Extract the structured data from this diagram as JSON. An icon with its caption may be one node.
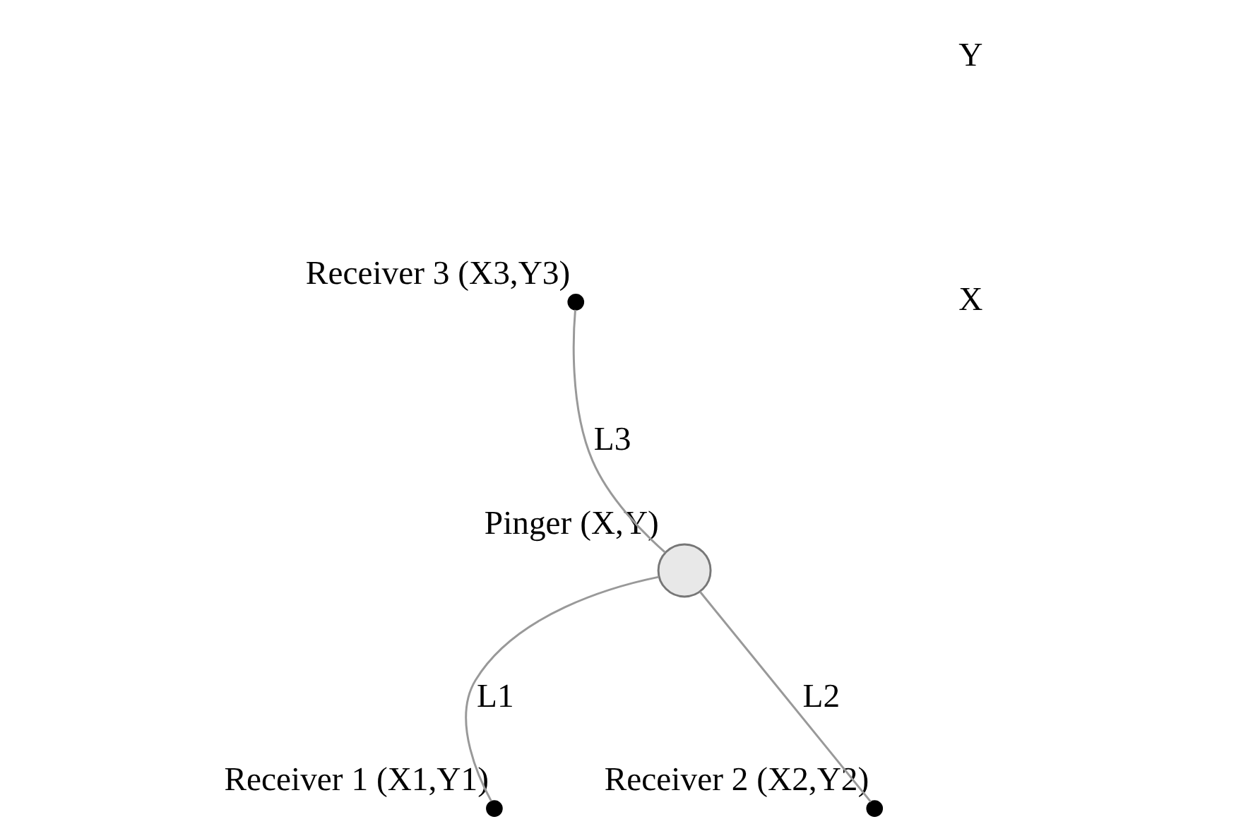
{
  "diagram": {
    "nodes": [
      {
        "text": [],
        "shape": "circle",
        "beside": [
          "Receiver 3 (X3,Y3)"
        ]
      },
      {
        "text": [],
        "shape": "circle",
        "beside": [
          "Pinger (X,Y)"
        ]
      },
      {
        "text": [],
        "shape": "circle",
        "beside": [
          "Receiver 1 (X1,Y1)"
        ]
      },
      {
        "text": [],
        "shape": "circle",
        "beside": [
          "Receiver 2 (X2,Y2)"
        ]
      }
    ],
    "edges": [
      {
        "from": 1,
        "to": 0,
        "arrow": "none",
        "label": "L3"
      },
      {
        "from": 1,
        "to": 2,
        "arrow": "none",
        "label": "L1"
      },
      {
        "from": 1,
        "to": 3,
        "arrow": "none",
        "label": "L2"
      }
    ],
    "labels": [
      "X",
      "Y"
    ]
  }
}
